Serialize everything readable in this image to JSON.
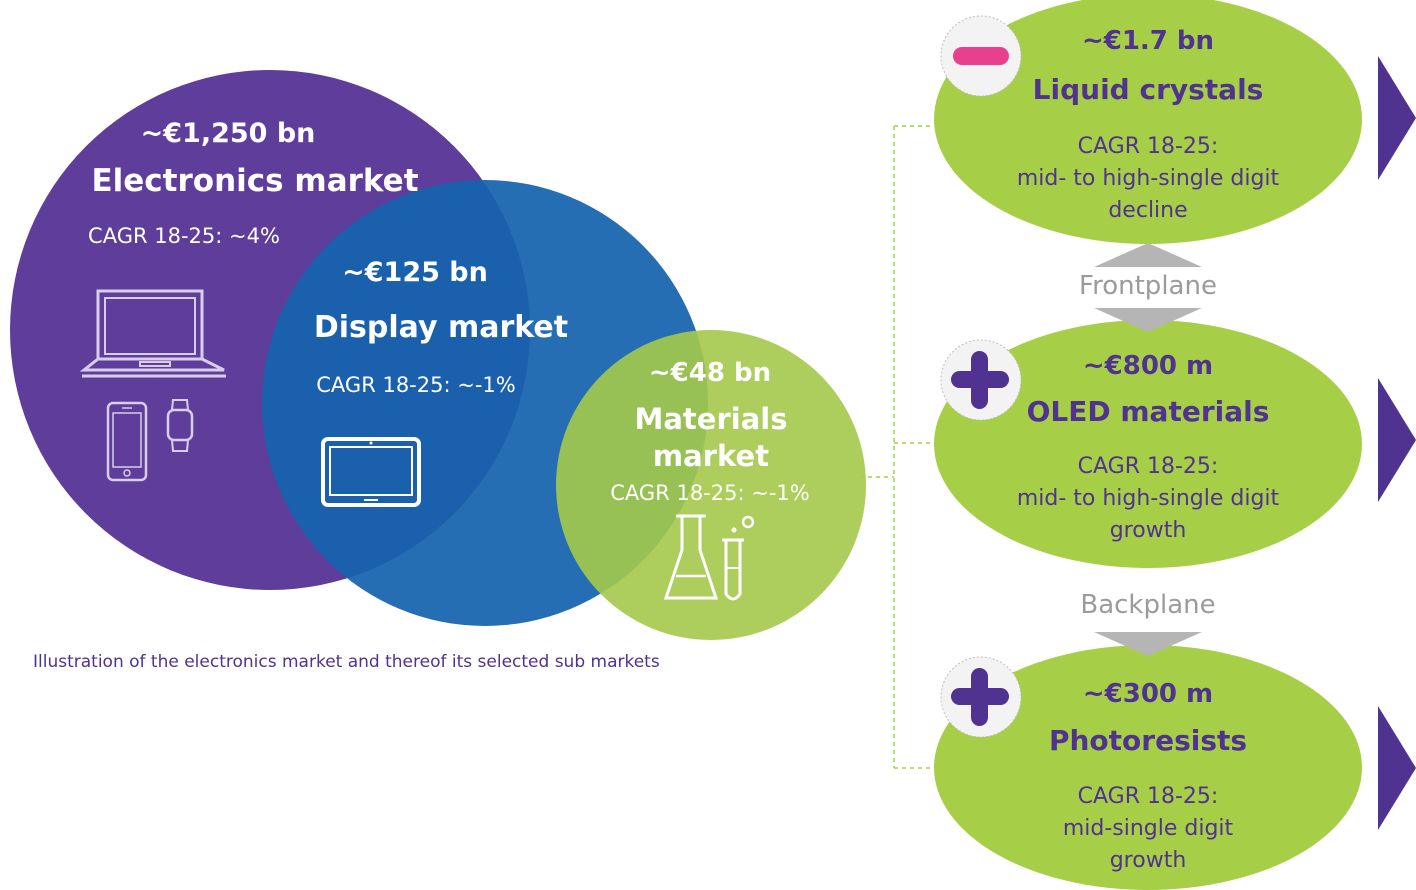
{
  "colors": {
    "electronics": "#5f3d9a",
    "display": "#1663ad",
    "materials": "#a4c94a",
    "ellipse": "#a6cf47",
    "purple_text": "#503291",
    "pink": "#e93f8f",
    "grey": "#9b9b9b"
  },
  "electronics": {
    "value": "~€1,250 bn",
    "title": "Electronics market",
    "cagr": "CAGR 18-25: ~4%",
    "icons": [
      "laptop-icon",
      "smartphone-icon",
      "smartwatch-icon"
    ]
  },
  "display": {
    "value": "~€125 bn",
    "title": "Display market",
    "cagr": "CAGR 18-25: ~-1%",
    "icons": [
      "tablet-icon"
    ]
  },
  "materials": {
    "value": "~€48 bn",
    "title_line1": "Materials",
    "title_line2": "market",
    "cagr": "CAGR 18-25: ~-1%",
    "icons": [
      "lab-flask-icon"
    ]
  },
  "caption": "Illustration of the electronics market and thereof its selected sub markets",
  "segments": [
    {
      "value": "~€1.7 bn",
      "title": "Liquid crystals",
      "cagr_label": "CAGR 18-25:",
      "cagr_line1": "mid- to high-single digit",
      "cagr_line2": "decline",
      "badge": "minus-icon"
    },
    {
      "value": "~€800 m",
      "title": "OLED materials",
      "cagr_label": "CAGR 18-25:",
      "cagr_line1": "mid- to high-single digit",
      "cagr_line2": "growth",
      "badge": "plus-icon"
    },
    {
      "value": "~€300 m",
      "title": "Photoresists",
      "cagr_label": "CAGR 18-25:",
      "cagr_line1": "mid-single digit",
      "cagr_line2": "growth",
      "badge": "plus-icon"
    }
  ],
  "connectors": {
    "frontplane": "Frontplane",
    "backplane": "Backplane"
  }
}
